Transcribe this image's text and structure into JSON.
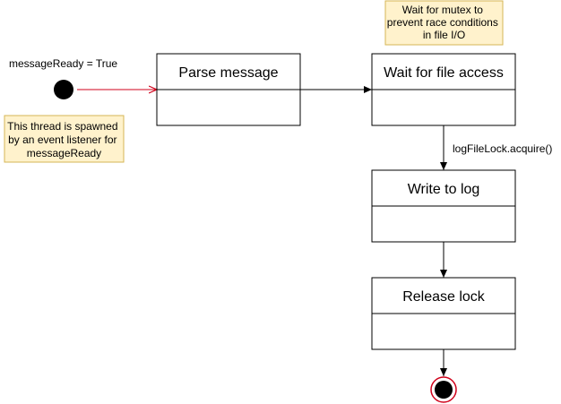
{
  "colors": {
    "initial_transition": "#d0021b",
    "final_ring": "#d0021b",
    "note_fill": "#fff2cc",
    "note_border": "#d6b656"
  },
  "labels": {
    "trigger": "messageReady = True",
    "lock_acquire": "logFileLock.acquire()"
  },
  "notes": {
    "spawn": [
      "This thread is spawned",
      "by an event listener for",
      "messageReady"
    ],
    "mutex": [
      "Wait for mutex to",
      "prevent race conditions",
      "in file I/O"
    ]
  },
  "states": {
    "parse": "Parse message",
    "wait": "Wait for file access",
    "write": "Write to log",
    "release": "Release lock"
  }
}
